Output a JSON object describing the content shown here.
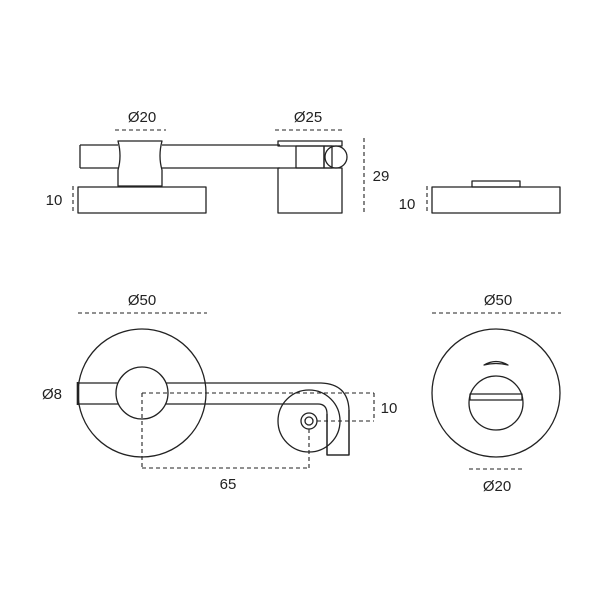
{
  "drawing": {
    "line_color": "#222222",
    "background": "#ffffff",
    "dimensions": {
      "side_view": {
        "rose_diameter": "Ø20",
        "indicator_diameter": "Ø25",
        "rose_thickness": "10",
        "indicator_height": "29"
      },
      "escutcheon_side": {
        "thickness": "10"
      },
      "front_view": {
        "rose_diameter": "Ø50",
        "lever_diameter": "Ø8",
        "offset": "10",
        "lever_length": "65"
      },
      "escutcheon_front": {
        "rose_diameter": "Ø50",
        "turn_diameter": "Ø20"
      }
    }
  }
}
